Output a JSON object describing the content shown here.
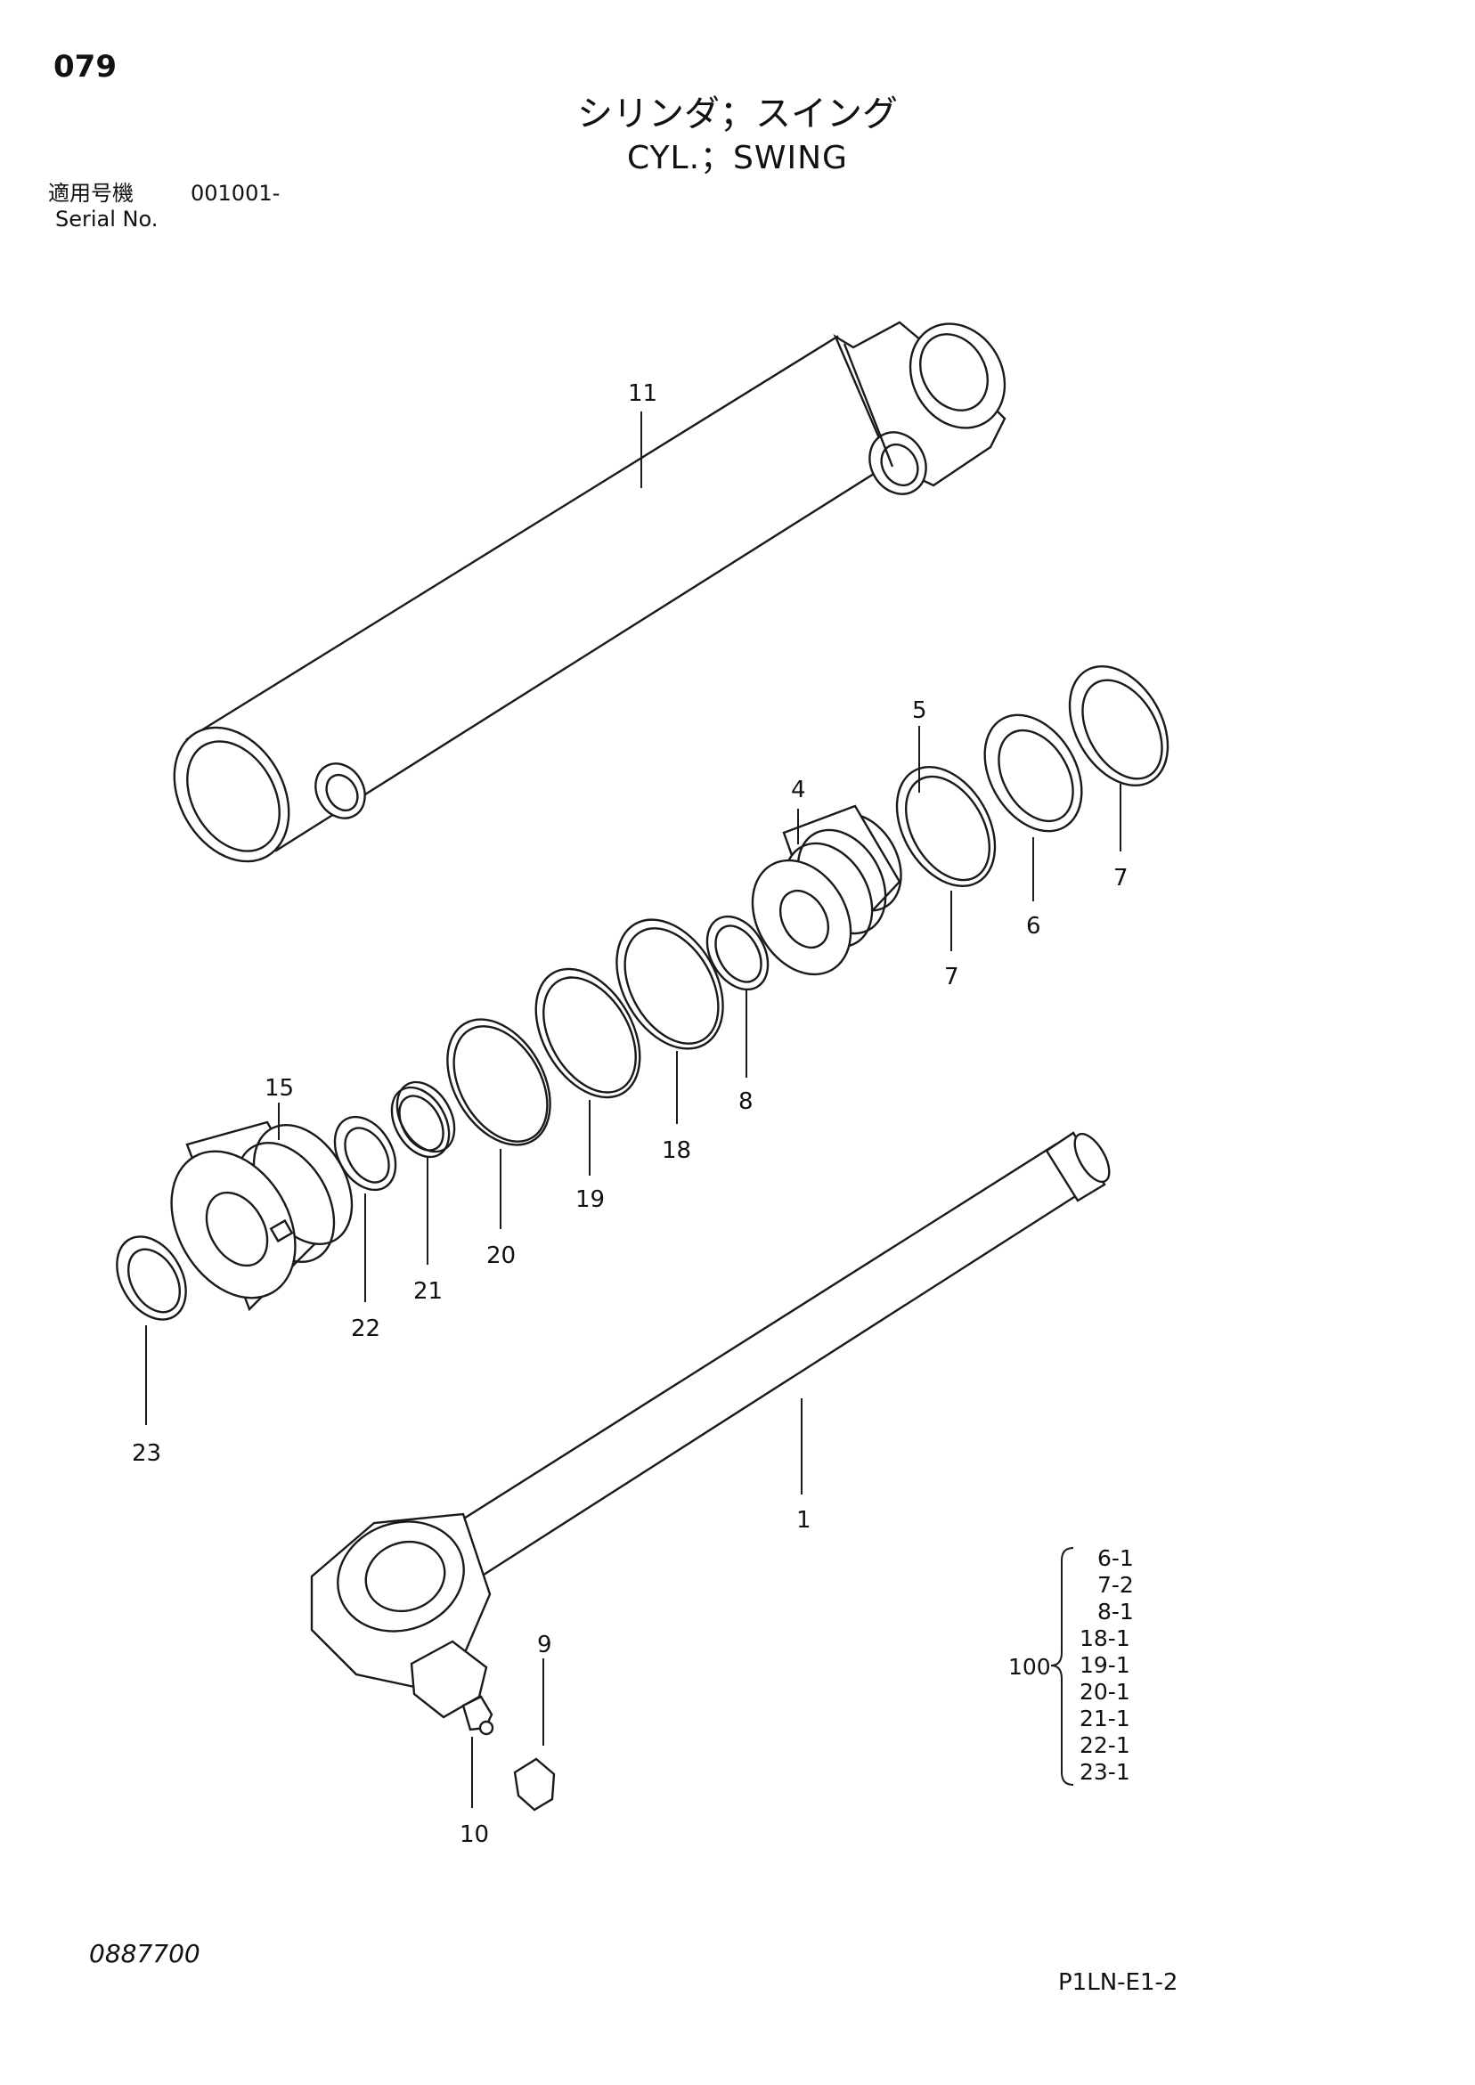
{
  "header": {
    "page_number": "079",
    "title_jp": "シリンダ；スイング",
    "title_en": "CYL.；SWING",
    "serial_label_jp": "適用号機",
    "serial_value": "001001-",
    "serial_label_en": "Serial No."
  },
  "callouts": [
    "11",
    "5",
    "4",
    "7",
    "6",
    "7",
    "15",
    "8",
    "18",
    "19",
    "20",
    "21",
    "22",
    "23",
    "1",
    "9",
    "10"
  ],
  "kit": {
    "number": "100",
    "items": [
      "6-1",
      "7-2",
      "8-1",
      "18-1",
      "19-1",
      "20-1",
      "21-1",
      "22-1",
      "23-1"
    ]
  },
  "footer": {
    "doc_number": "0887700",
    "page_code": "P1LN-E1-2"
  }
}
